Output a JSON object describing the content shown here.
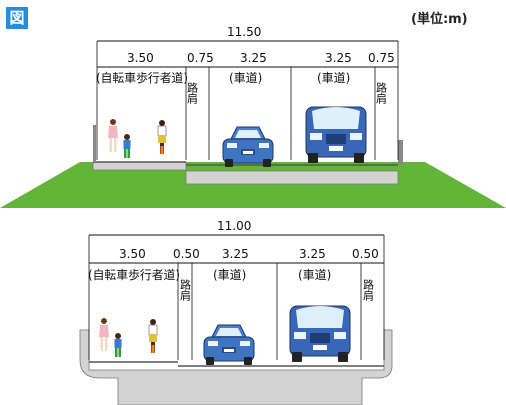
{
  "figure_mark": "図",
  "unit_note": "(単位:m)",
  "upper": {
    "total": "11.50",
    "segments": [
      {
        "width": "3.50",
        "label": "(自転車歩行者道)"
      },
      {
        "width": "0.75",
        "label": "路肩"
      },
      {
        "width": "3.25",
        "label": "(車道)"
      },
      {
        "width": "3.25",
        "label": "(車道)"
      },
      {
        "width": "0.75",
        "label": "路肩"
      }
    ]
  },
  "lower": {
    "total": "11.00",
    "segments": [
      {
        "width": "3.50",
        "label": "(自転車歩行者道)"
      },
      {
        "width": "0.50",
        "label": "路肩"
      },
      {
        "width": "3.25",
        "label": "(車道)"
      },
      {
        "width": "3.25",
        "label": "(車道)"
      },
      {
        "width": "0.50",
        "label": "路肩"
      }
    ]
  },
  "colors": {
    "ground": "#63b53a",
    "structure": "#d3d3d3",
    "car": "#3f74c0",
    "van": "#3a66b8",
    "mark": "#1f8fe0"
  }
}
